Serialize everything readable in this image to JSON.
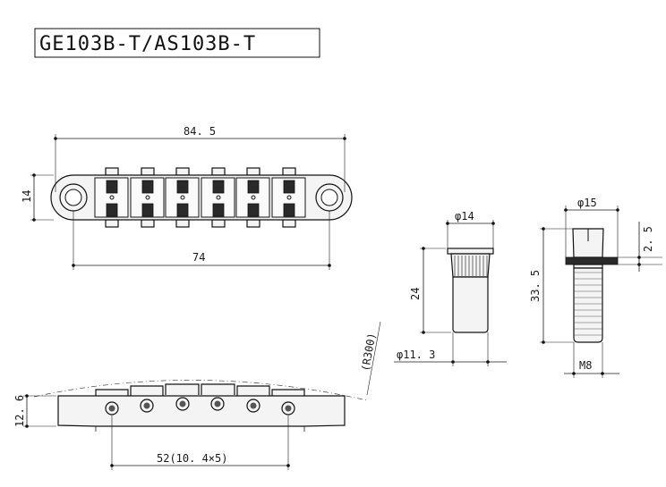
{
  "title": "GE103B-T/AS103B-T",
  "dimensions": {
    "overall_length": "84. 5",
    "height": "14",
    "post_spacing": "74",
    "side_height": "12. 6",
    "string_spacing": "52(10. 4×5)",
    "radius": "(R300)",
    "bushing_head_dia": "φ14",
    "bushing_length": "24",
    "bushing_body_dia": "φ11. 3",
    "stud_head_dia": "φ15",
    "stud_head_height": "2. 5",
    "stud_length": "33. 5",
    "stud_thread": "M8"
  }
}
